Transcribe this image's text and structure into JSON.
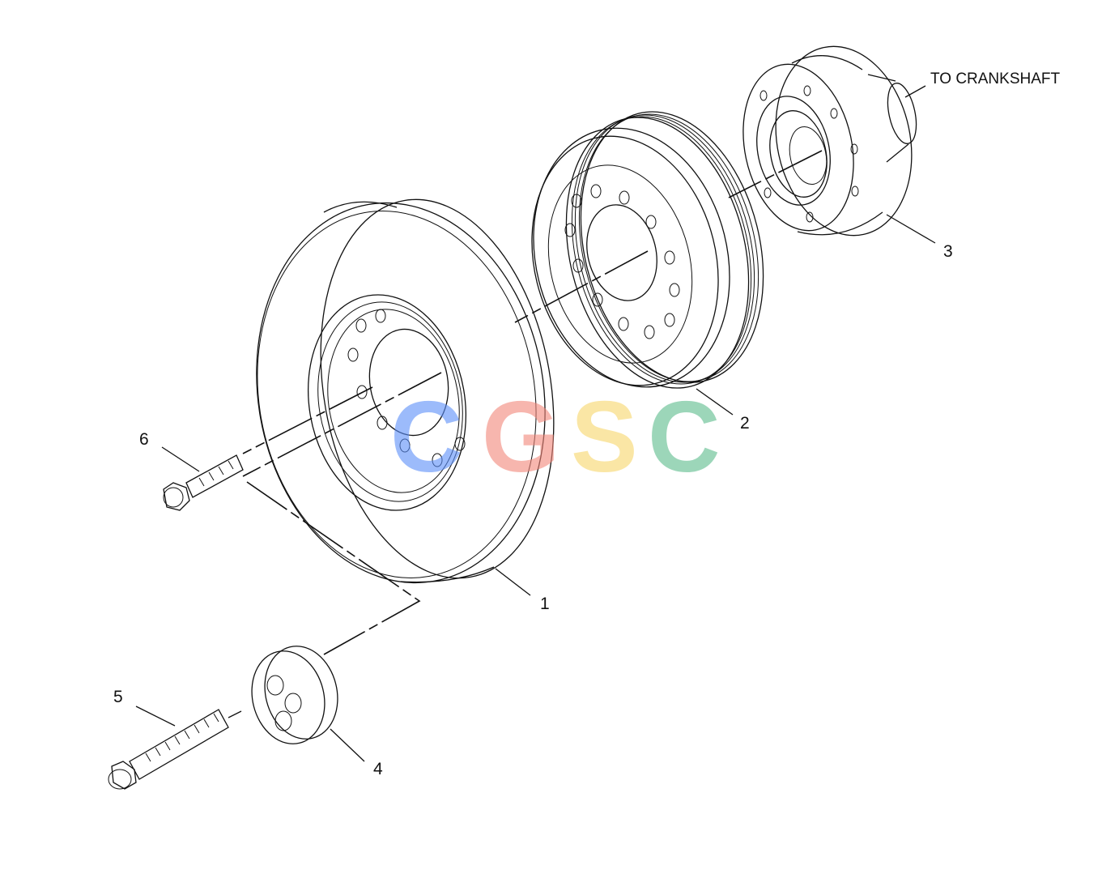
{
  "diagram": {
    "annotation": "TO CRANKSHAFT",
    "callouts": [
      "1",
      "2",
      "3",
      "4",
      "5",
      "6"
    ]
  },
  "watermark": {
    "letters": [
      "C",
      "G",
      "S",
      "C"
    ],
    "colors": [
      "#5b8ff9",
      "#f2877a",
      "#f7d66a",
      "#5bbb8c"
    ]
  }
}
